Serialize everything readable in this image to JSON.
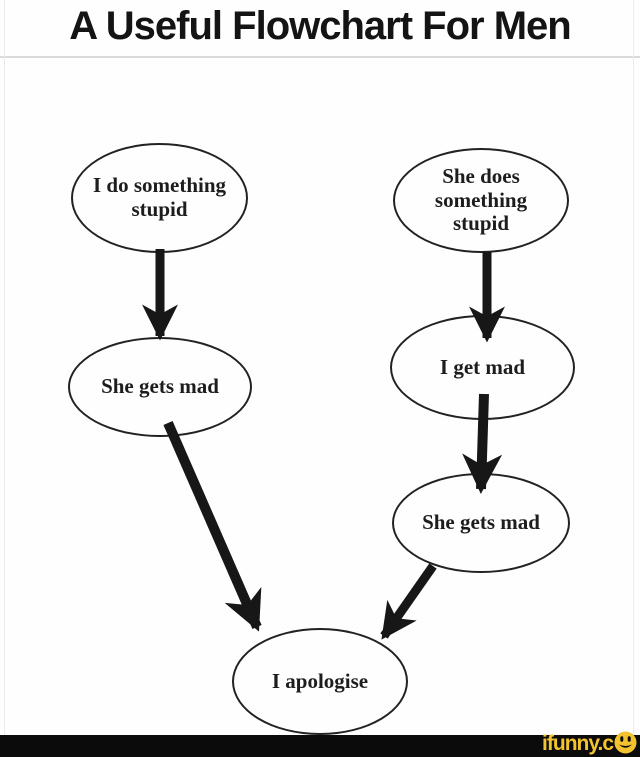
{
  "title": "A Useful Flowchart For Men",
  "flowchart": {
    "nodes": [
      {
        "id": "i-do-something-stupid",
        "label": "I do something stupid"
      },
      {
        "id": "she-does-something-stupid",
        "label": "She does something stupid"
      },
      {
        "id": "she-gets-mad-left",
        "label": "She gets mad"
      },
      {
        "id": "i-get-mad",
        "label": "I get mad"
      },
      {
        "id": "she-gets-mad-right",
        "label": "She gets mad"
      },
      {
        "id": "i-apologise",
        "label": "I apologise"
      }
    ],
    "edges": [
      {
        "from": "I do something stupid",
        "to": "She gets mad (left)"
      },
      {
        "from": "She does something stupid",
        "to": "I get mad"
      },
      {
        "from": "I get mad",
        "to": "She gets mad (right)"
      },
      {
        "from": "She gets mad (left)",
        "to": "I apologise"
      },
      {
        "from": "She gets mad (right)",
        "to": "I apologise"
      }
    ]
  },
  "watermark": {
    "text": "ifunny.c",
    "smiley_icon": "smiley-face",
    "bar_color": "#0b0b0b",
    "logo_color": "#f3c32f"
  },
  "colors": {
    "background": "#fefefe",
    "node_border": "#222222",
    "arrow": "#171717",
    "text": "#1d1d1d",
    "divider": "#dadada"
  }
}
